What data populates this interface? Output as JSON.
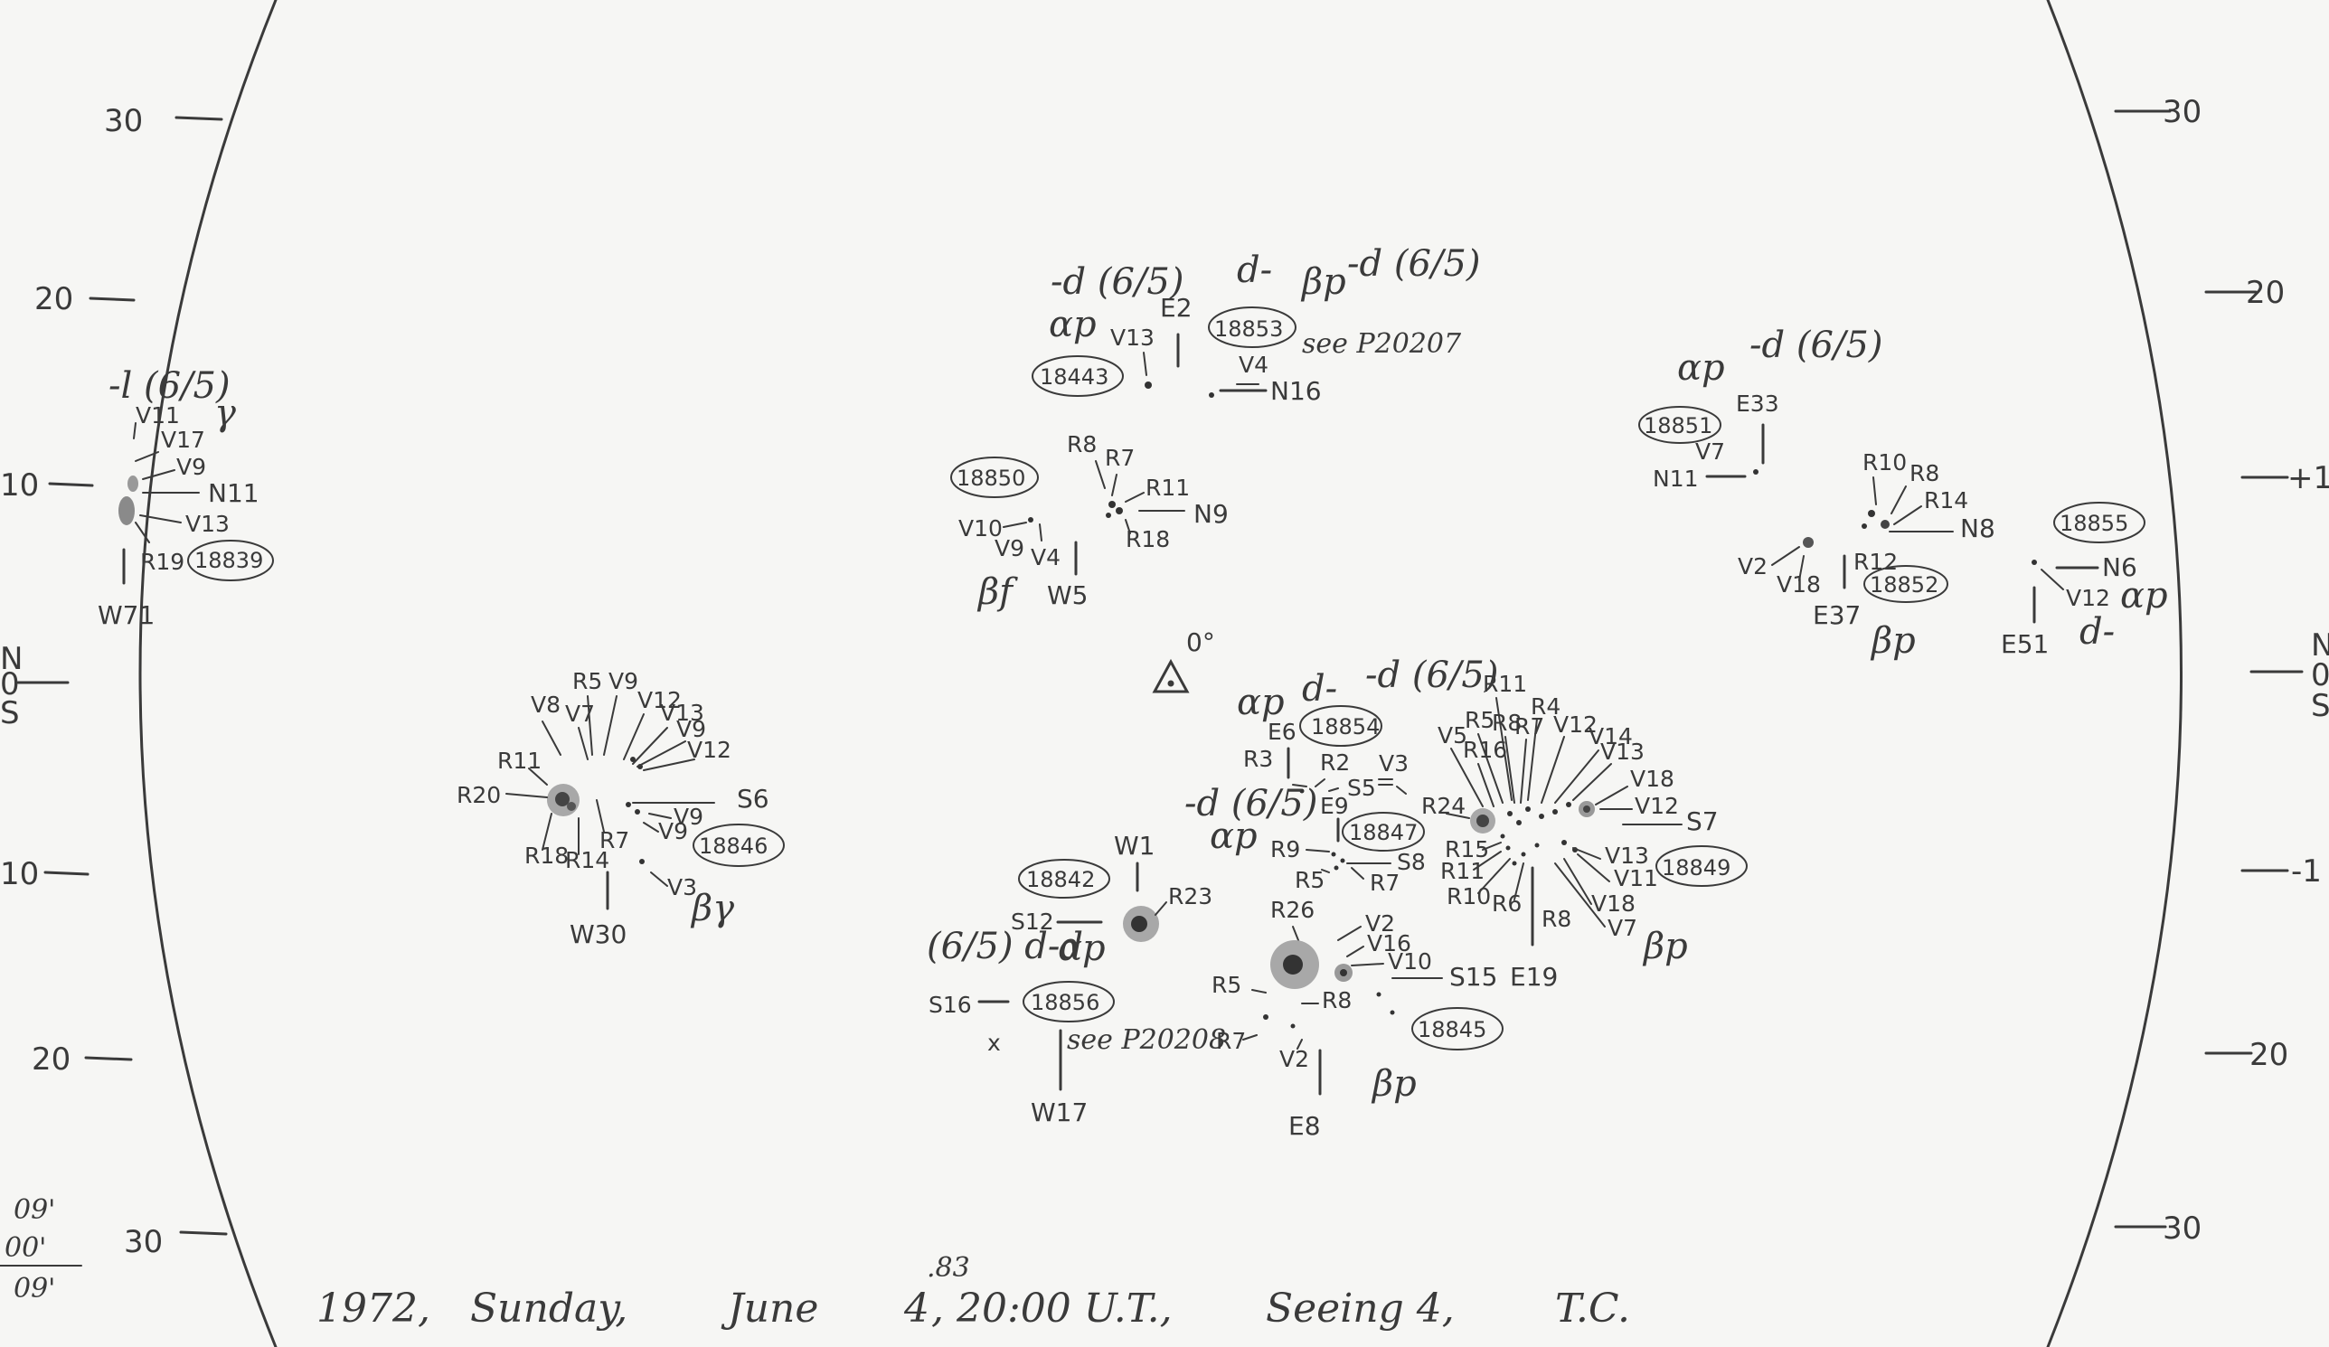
{
  "drawing": {
    "footer": "1972, Sunday, June 4.83, 20:00 U.T., Seeing 4, T.C.",
    "footer_parts": {
      "year": "1972,",
      "day": "Sunday,",
      "month": "June",
      "date_day": "4",
      "date_frac": ".83",
      "time": ", 20:00 U.T.,",
      "seeing": "Seeing 4,",
      "observer": "T.C."
    },
    "left_scale": [
      "30",
      "20",
      "10",
      "10",
      "20",
      "30"
    ],
    "right_scale": [
      "30",
      "20",
      "+1",
      "-1",
      "20",
      "30"
    ],
    "left_edge_labels": [
      "N",
      "0",
      "S"
    ],
    "right_edge_labels": [
      "N",
      "0",
      "S"
    ],
    "corner_notes": [
      "09'",
      "00'",
      "09'"
    ],
    "center_mark": "0°",
    "stray_mark": "x"
  },
  "groups": [
    {
      "id": "18839",
      "position": "W71",
      "class": "γ",
      "note": "-l (6/5)",
      "spots": [
        "V11",
        "V17",
        "V9",
        "N11",
        "V13",
        "R19"
      ]
    },
    {
      "id": "18443",
      "class": "αp",
      "note": "-d (6/5)",
      "spots": [
        "V13"
      ]
    },
    {
      "id": "18853",
      "position": "E2",
      "class": "βp",
      "note": "d-",
      "note2": "-d (6/5)",
      "see": "see P20207",
      "spots": [
        "V4",
        "N16"
      ]
    },
    {
      "id": "18850",
      "position": "W5",
      "class": "βf",
      "spots": [
        "R8",
        "R7",
        "R11",
        "N9",
        "R18",
        "V10",
        "V9",
        "V4"
      ]
    },
    {
      "id": "18851",
      "position": "E33",
      "class": "αp",
      "note": "-d (6/5)",
      "spots": [
        "V7",
        "N11"
      ]
    },
    {
      "id": "18852",
      "position": "E37",
      "class": "βp",
      "spots": [
        "R10",
        "R8",
        "R14",
        "N8",
        "V2",
        "V18",
        "R12"
      ]
    },
    {
      "id": "18855",
      "position": "E51",
      "class": "αp",
      "note": "d-",
      "spots": [
        "N6",
        "V12"
      ]
    },
    {
      "id": "18846",
      "position": "W30",
      "class": "βγ",
      "spots": [
        "R5",
        "V9",
        "V8",
        "V7",
        "V12",
        "V13",
        "V9",
        "V12",
        "R11",
        "R20",
        "S6",
        "V9",
        "V9",
        "R18",
        "R14",
        "R7",
        "V3"
      ]
    },
    {
      "id": "18854",
      "position": "E6",
      "class": "αp",
      "note": "d-",
      "note2": "-d (6/5)",
      "spots": [
        "R3",
        "R2",
        "S5",
        "V3"
      ]
    },
    {
      "id": "18847",
      "position": "E9",
      "class": "αp",
      "note": "-d (6/5)",
      "spots": [
        "R9",
        "R5",
        "S8",
        "R7"
      ]
    },
    {
      "id": "18849",
      "position": "E19",
      "class": "βp",
      "spots": [
        "R11",
        "R4",
        "R5",
        "R8",
        "R7",
        "V12",
        "V14",
        "V5",
        "R16",
        "V13",
        "V18",
        "R24",
        "V12",
        "S7",
        "R15",
        "R11",
        "R10",
        "R6",
        "R8",
        "V13",
        "V11",
        "V18",
        "V7"
      ]
    },
    {
      "id": "18842",
      "position": "W1",
      "spots": [
        "R23",
        "S12"
      ]
    },
    {
      "id": "18856",
      "position": "W17",
      "class": "αp",
      "note": "(6/5) d-d",
      "see": "see P20208",
      "spots": [
        "S16"
      ]
    },
    {
      "id": "18845",
      "position": "E8",
      "class": "βp",
      "spots": [
        "R26",
        "V2",
        "V16",
        "V10",
        "S15",
        "R5",
        "R8",
        "R7",
        "V2"
      ]
    }
  ]
}
